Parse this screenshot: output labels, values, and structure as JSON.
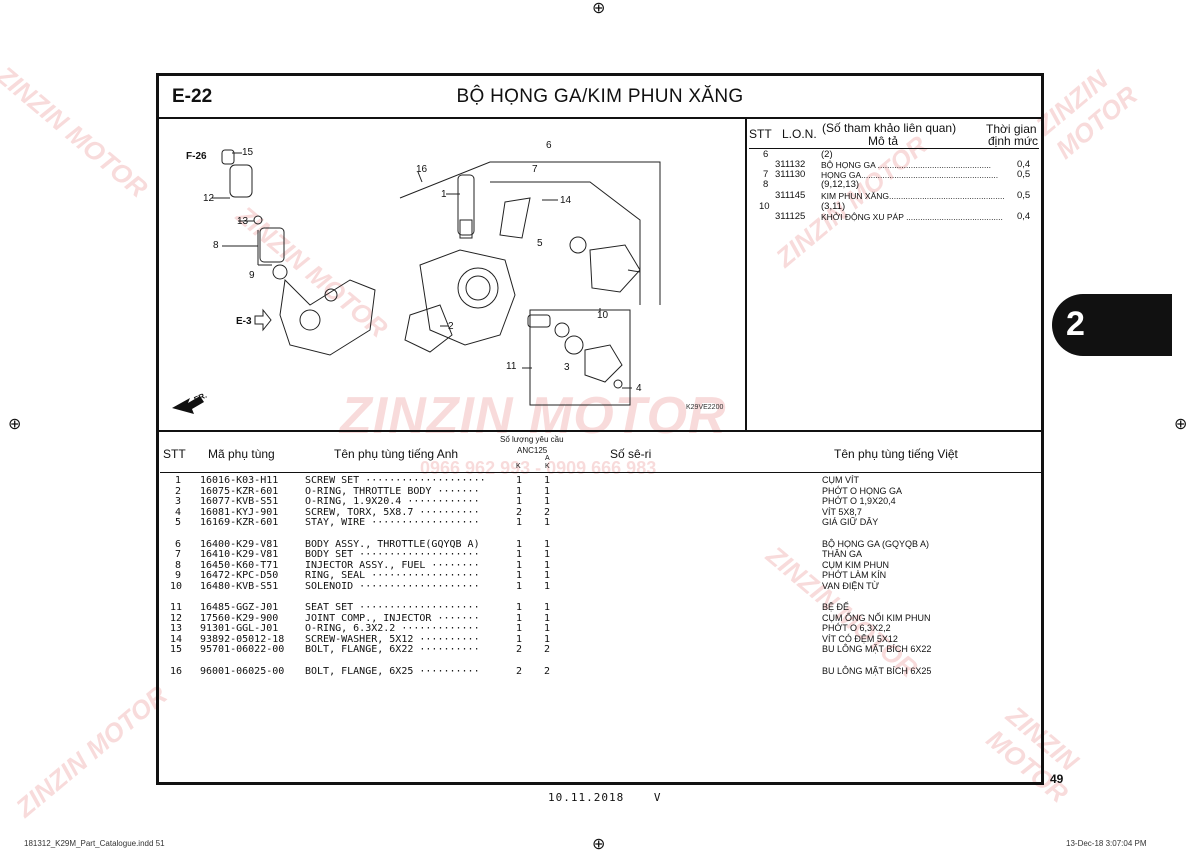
{
  "header": {
    "code": "E-22",
    "title": "BỘ HỌNG GA/KIM PHUN XĂNG"
  },
  "ref_table": {
    "headers": {
      "stt": "STT",
      "lon": "L.O.N.",
      "ref_line1": "(Số tham khảo liên quan)",
      "ref_line2": "Mô tả",
      "time_line1": "Thời gian",
      "time_line2": "định mức"
    },
    "rows": [
      {
        "stt": "6",
        "lon": "",
        "desc": "(2)",
        "time": ""
      },
      {
        "stt": "",
        "lon": "311132",
        "desc": "BỘ HỌNG GA ................................................",
        "time": "0,4"
      },
      {
        "stt": "7",
        "lon": "311130",
        "desc": "HỌNG GA..........................................................",
        "time": "0,5"
      },
      {
        "stt": "8",
        "lon": "",
        "desc": "(9,12,13)",
        "time": ""
      },
      {
        "stt": "",
        "lon": "311145",
        "desc": "KIM PHUN XĂNG.................................................",
        "time": "0,5"
      },
      {
        "stt": "10",
        "lon": "",
        "desc": "(3,11)",
        "time": ""
      },
      {
        "stt": "",
        "lon": "311125",
        "desc": "KHỞI ĐỘNG XU PÁP .........................................",
        "time": "0,4"
      }
    ]
  },
  "diagram": {
    "callouts": [
      "F-26",
      "15",
      "12",
      "13",
      "8",
      "9",
      "E-3",
      "16",
      "1",
      "6",
      "7",
      "14",
      "5",
      "2",
      "10",
      "11",
      "3",
      "4"
    ],
    "fr_label": "FR.",
    "figure_code": "K29VE2200"
  },
  "parts_table": {
    "headers": {
      "stt": "STT",
      "part_no": "Mã phụ tùng",
      "name_en": "Tên phụ tùng tiếng Anh",
      "qty_title": "Số lượng yêu cầu",
      "model": "ANC125",
      "col_a": "A",
      "col_k1": "K",
      "col_k2": "K",
      "serial": "Số sê-ri",
      "name_vi": "Tên phụ tùng tiếng Việt"
    },
    "rows": [
      {
        "stt": "1",
        "part_no": "16016-K03-H11",
        "name_en": "SCREW SET ····················",
        "q1": "1",
        "q2": "1",
        "name_vi": "CỤM VÍT"
      },
      {
        "stt": "2",
        "part_no": "16075-KZR-601",
        "name_en": "O-RING, THROTTLE BODY ·······",
        "q1": "1",
        "q2": "1",
        "name_vi": "PHỚT O HỌNG GA"
      },
      {
        "stt": "3",
        "part_no": "16077-KVB-S51",
        "name_en": "O-RING, 1.9X20.4 ············",
        "q1": "1",
        "q2": "1",
        "name_vi": "PHỚT O 1,9X20,4"
      },
      {
        "stt": "4",
        "part_no": "16081-KYJ-901",
        "name_en": "SCREW, TORX, 5X8.7 ··········",
        "q1": "2",
        "q2": "2",
        "name_vi": "VÍT 5X8,7"
      },
      {
        "stt": "5",
        "part_no": "16169-KZR-601",
        "name_en": "STAY, WIRE ··················",
        "q1": "1",
        "q2": "1",
        "name_vi": "GIÁ GIỮ DÂY"
      },
      {
        "stt": "6",
        "part_no": "16400-K29-V81",
        "name_en": "BODY ASSY., THROTTLE(GQYQB A)",
        "q1": "1",
        "q2": "1",
        "name_vi": "BỘ HỌNG GA (GQYQB A)"
      },
      {
        "stt": "7",
        "part_no": "16410-K29-V81",
        "name_en": "BODY SET ····················",
        "q1": "1",
        "q2": "1",
        "name_vi": "THÂN GA"
      },
      {
        "stt": "8",
        "part_no": "16450-K60-T71",
        "name_en": "INJECTOR ASSY., FUEL ········",
        "q1": "1",
        "q2": "1",
        "name_vi": "CỤM KIM PHUN"
      },
      {
        "stt": "9",
        "part_no": "16472-KPC-D50",
        "name_en": "RING, SEAL ··················",
        "q1": "1",
        "q2": "1",
        "name_vi": "PHỚT LÀM KÍN"
      },
      {
        "stt": "10",
        "part_no": "16480-KVB-S51",
        "name_en": "SOLENOID ····················",
        "q1": "1",
        "q2": "1",
        "name_vi": "VAN ĐIỆN TỪ"
      },
      {
        "stt": "11",
        "part_no": "16485-GGZ-J01",
        "name_en": "SEAT SET ····················",
        "q1": "1",
        "q2": "1",
        "name_vi": "BỆ ĐỂ"
      },
      {
        "stt": "12",
        "part_no": "17560-K29-900",
        "name_en": "JOINT COMP., INJECTOR ·······",
        "q1": "1",
        "q2": "1",
        "name_vi": "CỤM ỐNG NỐI KIM PHUN"
      },
      {
        "stt": "13",
        "part_no": "91301-GGL-J01",
        "name_en": "O-RING, 6.3X2.2 ·············",
        "q1": "1",
        "q2": "1",
        "name_vi": "PHỚT O 6,3X2,2"
      },
      {
        "stt": "14",
        "part_no": "93892-05012-18",
        "name_en": "SCREW-WASHER, 5X12 ··········",
        "q1": "1",
        "q2": "1",
        "name_vi": "VÍT CÓ ĐỆM 5X12"
      },
      {
        "stt": "15",
        "part_no": "95701-06022-00",
        "name_en": "BOLT, FLANGE, 6X22 ··········",
        "q1": "2",
        "q2": "2",
        "name_vi": "BU LÔNG MẶT BÍCH 6X22"
      },
      {
        "stt": "16",
        "part_no": "96001-06025-00",
        "name_en": "BOLT, FLANGE, 6X25 ··········",
        "q1": "2",
        "q2": "2",
        "name_vi": "BU LÔNG MẶT BÍCH 6X25"
      }
    ]
  },
  "watermark": {
    "brand": "ZINZIN MOTOR",
    "phone": "0966 962 993 - 0909 666 983"
  },
  "tab": {
    "label": "2"
  },
  "footer": {
    "date": "10.11.2018",
    "suffix": "V",
    "page": "49",
    "file": "181312_K29M_Part_Catalogue.indd   51",
    "stamp": "13-Dec-18   3:07:04 PM"
  }
}
